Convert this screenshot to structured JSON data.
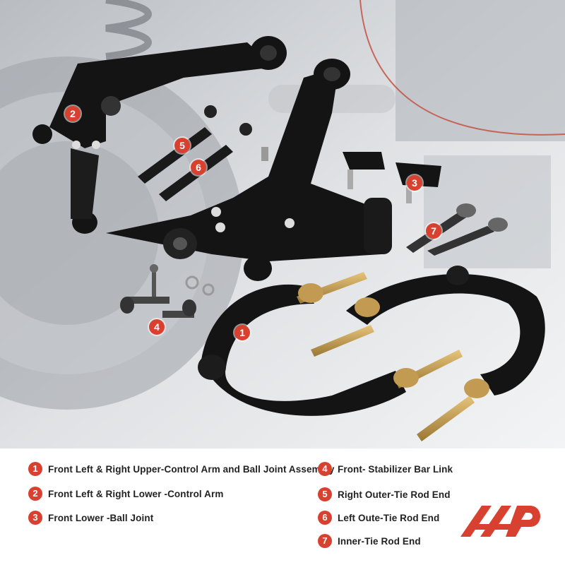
{
  "colors": {
    "accent": "#d8412f",
    "text": "#222222",
    "part_black": "#141414",
    "background_photo": "#cfd2d6"
  },
  "markers": [
    "1",
    "2",
    "3",
    "4",
    "5",
    "6",
    "7"
  ],
  "legend": {
    "items": [
      {
        "number": "1",
        "label": "Front Left & Right Upper-Control Arm and Ball Joint Assembly"
      },
      {
        "number": "2",
        "label": "Front Left & Right Lower -Control Arm"
      },
      {
        "number": "3",
        "label": "Front Lower -Ball Joint"
      },
      {
        "number": "4",
        "label": "Front- Stabilizer Bar Link"
      },
      {
        "number": "5",
        "label": "Right Outer-Tie Rod End"
      },
      {
        "number": "6",
        "label": "Left Oute-Tie Rod End"
      },
      {
        "number": "7",
        "label": "Inner-Tie Rod End"
      }
    ]
  },
  "logo": {
    "icon": "brand-logo-icon"
  }
}
